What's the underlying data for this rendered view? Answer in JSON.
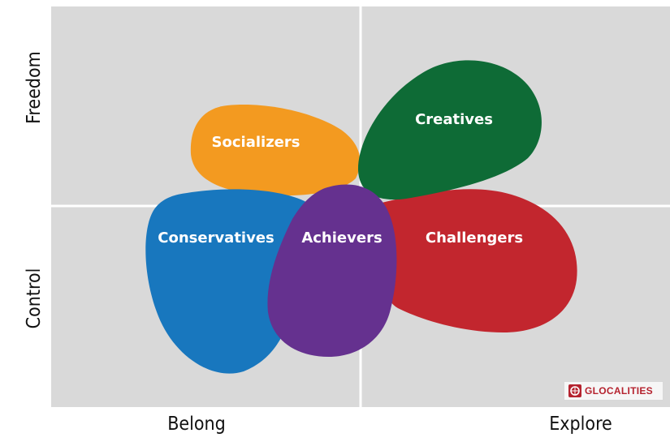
{
  "axes": {
    "y_top_label": "Freedom",
    "y_bottom_label": "Control",
    "x_left_label": "Belong",
    "x_right_label": "Explore"
  },
  "segments": [
    {
      "label": "Socializers",
      "color": "#f39a20"
    },
    {
      "label": "Creatives",
      "color": "#0e6b36"
    },
    {
      "label": "Conservatives",
      "color": "#1877be"
    },
    {
      "label": "Achievers",
      "color": "#65318f"
    },
    {
      "label": "Challengers",
      "color": "#c2262e"
    }
  ],
  "colors": {
    "plot_background": "#d9d9d9",
    "divider": "#ffffff"
  },
  "brand": {
    "text": "GLOCALITIES",
    "icon": "glocalities-logo-icon"
  }
}
